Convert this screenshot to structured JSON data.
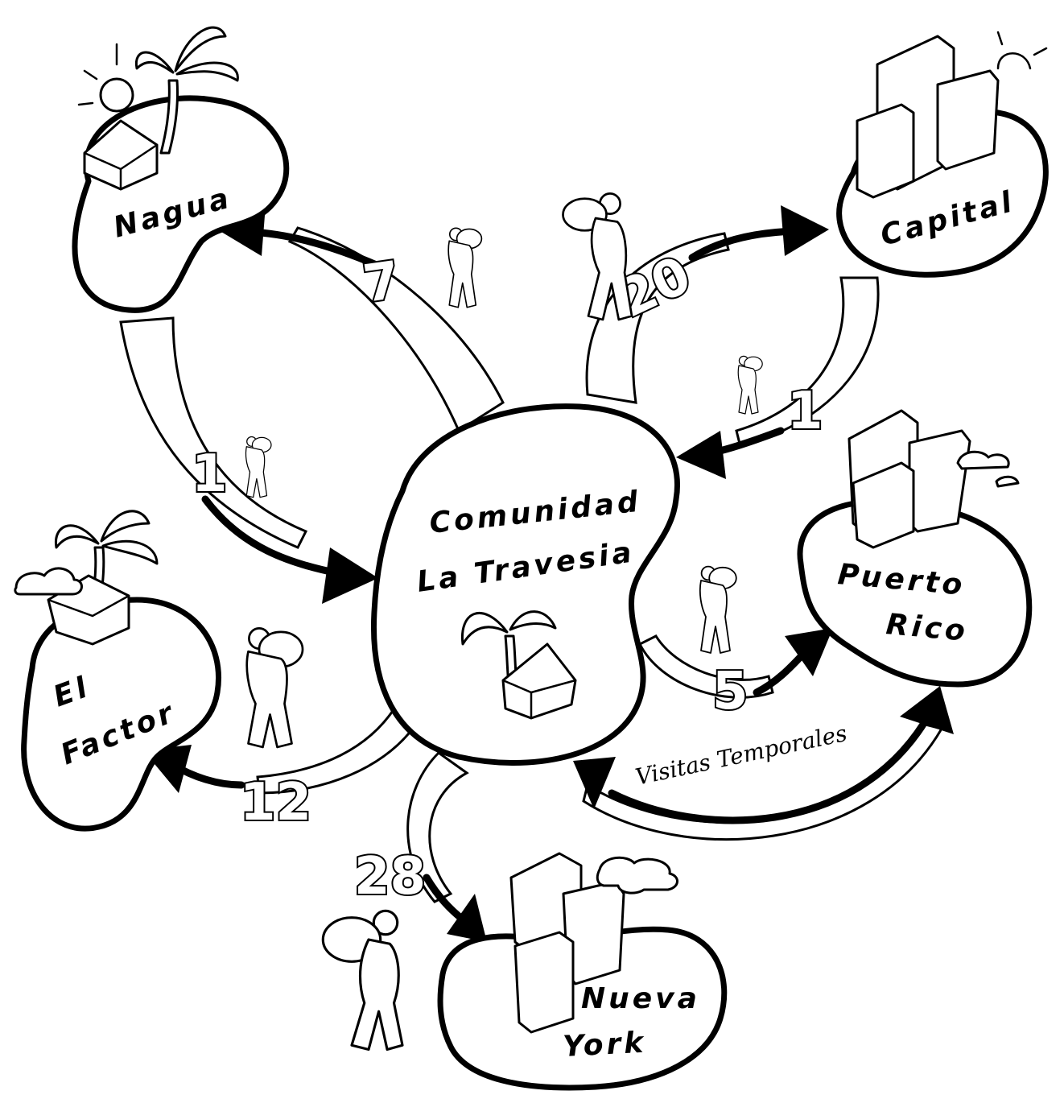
{
  "places": {
    "center": "Comunidad La Travesia",
    "center_line1": "Comunidad",
    "center_line2": "La Travesia",
    "nagua": "Nagua",
    "capital": "Capital",
    "puerto_rico_line1": "Puerto",
    "puerto_rico_line2": "Rico",
    "el_factor_line1": "El",
    "el_factor_line2": "Factor",
    "nueva_york_line1": "Nueva",
    "nueva_york_line2": "York"
  },
  "flows": {
    "to_nagua": "7",
    "to_capital": "20",
    "from_capital": "1",
    "from_nagua": "1",
    "to_puerto_rico": "5",
    "to_el_factor": "12",
    "to_nueva_york": "28"
  },
  "visits_label": "Visitas Temporales",
  "icons": [
    "palm-tree-icon",
    "house-icon",
    "sun-icon",
    "buildings-icon",
    "cloud-icon",
    "migrant-figure-icon"
  ]
}
